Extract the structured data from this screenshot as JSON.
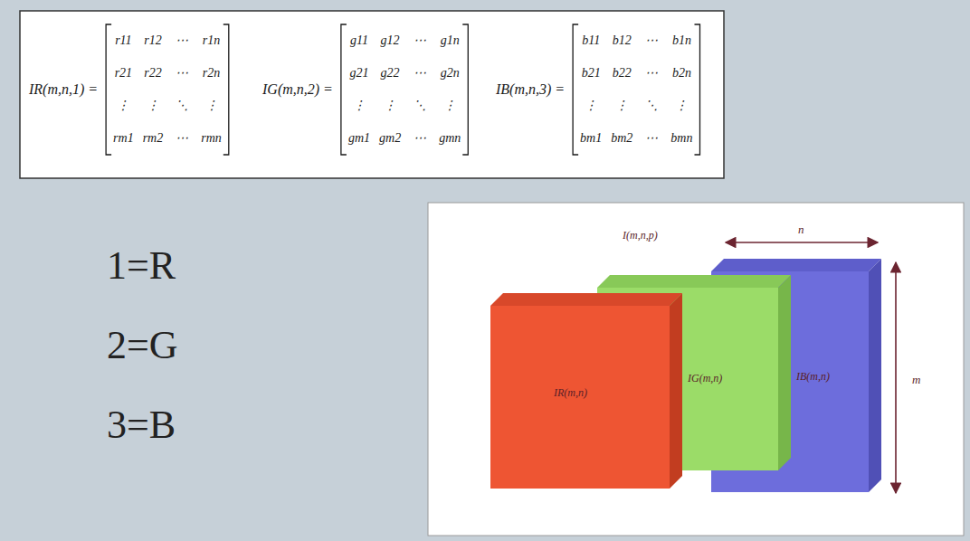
{
  "diagram": {
    "nodes": [
      {
        "text": [
          "IR(m,n,1) =",
          "r11",
          "r12",
          "⋯",
          "r1n",
          "r21",
          "r22",
          "⋯",
          "r2n",
          "⋮",
          "⋮",
          "⋱",
          "⋮",
          "rm1",
          "rm2",
          "⋯",
          "rmn"
        ]
      },
      {
        "text": [
          "IG(m,n,2) =",
          "g11",
          "g12",
          "⋯",
          "g1n",
          "g21",
          "g22",
          "⋯",
          "g2n",
          "⋮",
          "⋮",
          "⋱",
          "⋮",
          "gm1",
          "gm2",
          "⋯",
          "gmn"
        ]
      },
      {
        "text": [
          "IB(m,n,3) =",
          "b11",
          "b12",
          "⋯",
          "b1n",
          "b21",
          "b22",
          "⋯",
          "b2n",
          "⋮",
          "⋮",
          "⋱",
          "⋮",
          "bm1",
          "bm2",
          "⋯",
          "bmn"
        ]
      },
      {
        "text": [
          "IR(m,n)"
        ]
      },
      {
        "text": [
          "IG(m,n)"
        ]
      },
      {
        "text": [
          "IB(m,n)"
        ]
      }
    ],
    "labels": [
      "1=R",
      "2=G",
      "3=B",
      "I(m,n,p)",
      "n",
      "m"
    ]
  }
}
